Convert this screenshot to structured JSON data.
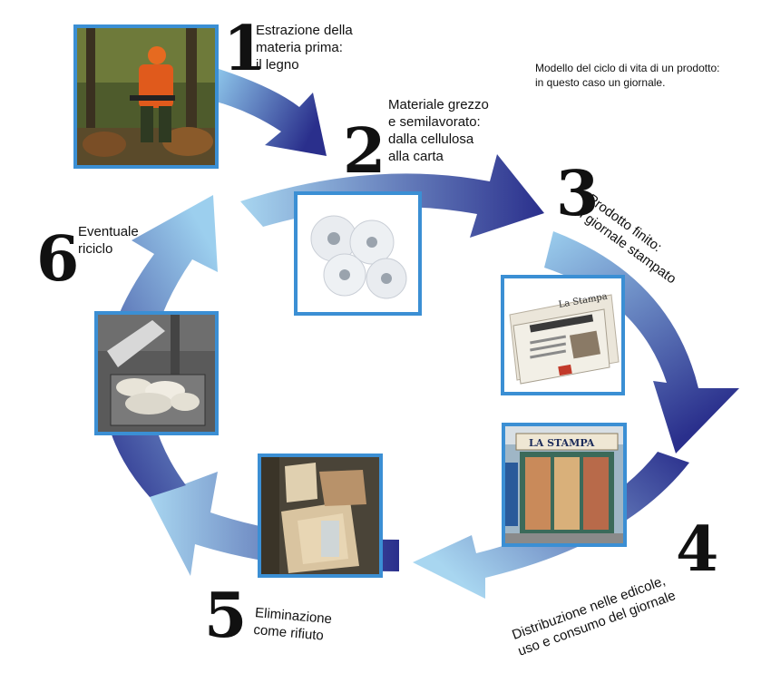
{
  "note": "Modello del ciclo di vita di un prodotto:\nin questo caso un giornale.",
  "colors": {
    "arrow_dark": "#2a2f8c",
    "arrow_light": "#8fc8ec",
    "frame": "#3b8fd4"
  },
  "steps": [
    {
      "number": "1",
      "label": "Estrazione della\nmateria prima:\nil legno",
      "icon": "lumberjack-photo"
    },
    {
      "number": "2",
      "label": "Materiale grezzo\ne semilavorato:\ndalla cellulosa\nalla carta",
      "icon": "paper-rolls-photo"
    },
    {
      "number": "3",
      "label": "Prodotto finito:\nil giornale stampato",
      "icon": "newspapers-photo"
    },
    {
      "number": "4",
      "label": "Distribuzione nelle edicole,\nuso e consumo del giornale",
      "icon": "newsstand-photo"
    },
    {
      "number": "5",
      "label": "Eliminazione\ncome rifiuto",
      "icon": "waste-cardboard-photo"
    },
    {
      "number": "6",
      "label": "Eventuale\nriciclo",
      "icon": "recycling-photo"
    }
  ],
  "photo_text": {
    "newspaper_headline": "La Stampa",
    "kiosk_sign": "LA STAMPA"
  }
}
